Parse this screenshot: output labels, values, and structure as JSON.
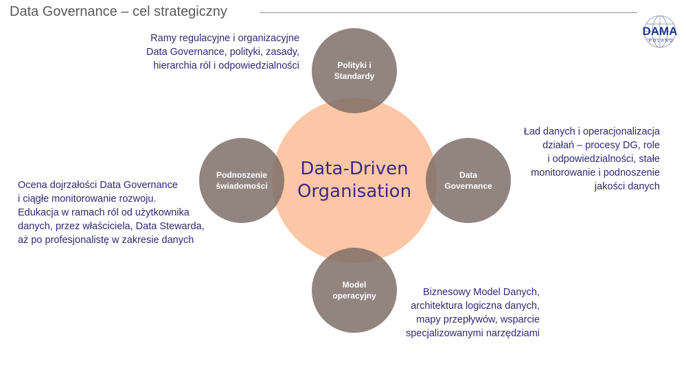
{
  "slide": {
    "title": "Data Governance – cel strategiczny"
  },
  "logo": {
    "text": "DAMA",
    "subtext": "POLAND",
    "color": "#1f3b8c"
  },
  "diagram": {
    "center": {
      "line1": "Data-Driven",
      "line2": "Organisation",
      "fill": "#fbc7a6",
      "text_color": "#3c2a84"
    },
    "nodes": [
      {
        "id": "top",
        "label_line1": "Polityki i",
        "label_line2": "Standardy",
        "description": [
          "Ramy regulacyjne i organizacyjne",
          "Data Governance, polityki, zasady,",
          "hierarchia ról i odpowiedzialności"
        ]
      },
      {
        "id": "left",
        "label_line1": "Podnoszenie",
        "label_line2": "świadomości",
        "description": [
          "Ocena dojrzałości Data Governance",
          "i ciągłe monitorowanie rozwoju.",
          "Edukacja w ramach ról od użytkownika",
          "danych, przez właściciela, Data Stewarda,",
          "aż po profesjonalistę w zakresie danych"
        ]
      },
      {
        "id": "right",
        "label_line1": "Data",
        "label_line2": "Governance",
        "description": [
          "Ład danych i operacjonalizacja",
          "działań – procesy DG, role",
          "i odpowiedzialności, stałe",
          "monitorowanie i podnoszenie",
          "jakości danych"
        ]
      },
      {
        "id": "bottom",
        "label_line1": "Model",
        "label_line2": "operacyjny",
        "description": [
          "Biznesowy Model Danych,",
          "architektura logiczna danych,",
          "mapy przepływów, wsparcie",
          "specjalizowanymi narzędziami"
        ]
      }
    ],
    "node_fill": "#7d6c66",
    "description_color": "#2e2874"
  }
}
